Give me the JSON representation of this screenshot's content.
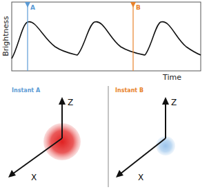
{
  "diagram": {
    "labels": [
      "A",
      "B",
      "Brightness",
      "Time",
      "Instant A",
      "Instant B",
      "Z",
      "X",
      "Z",
      "X"
    ]
  }
}
